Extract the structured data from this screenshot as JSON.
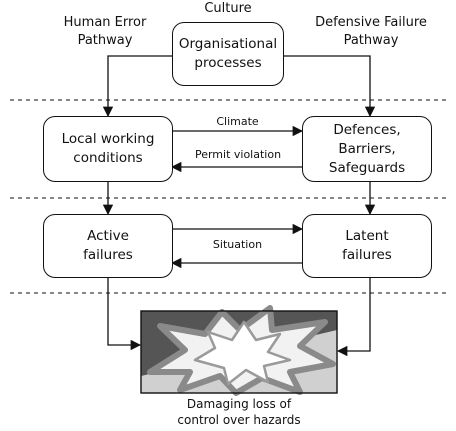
{
  "culture_label": "Culture",
  "human_error_label": "Human Error\nPathway",
  "defensive_failure_label": "Defensive Failure\nPathway",
  "boxes": {
    "organisational": "Organisational\nprocesses",
    "local_conditions": "Local working\nconditions",
    "defences": "Defences,\nBarriers,\nSafeguards",
    "active": "Active\nfailures",
    "latent": "Latent\nfailures"
  },
  "arrows": {
    "climate": "Climate",
    "permit_violation": "Permit violation",
    "situation": "Situation"
  },
  "hazard_caption": "Damaging loss of\ncontrol over hazards",
  "colors": {
    "line": "#111111",
    "hazard_dark": "#555555",
    "hazard_light": "#d0d0d0",
    "hazard_burst": "#f2f2f2"
  }
}
